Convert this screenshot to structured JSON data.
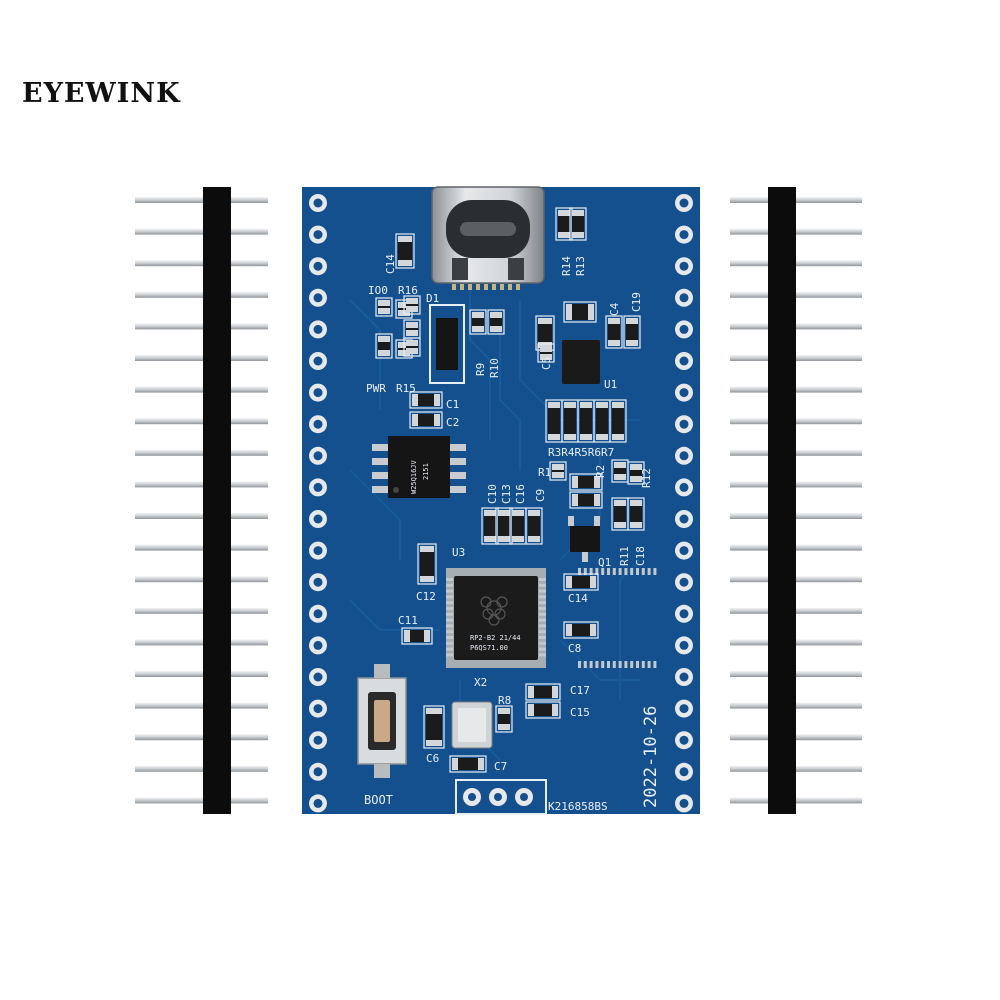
{
  "brand": "EYEWINK",
  "board": {
    "date_code": "2022-10-26",
    "serial": "K216858BS",
    "button_label": "BOOT",
    "mcu_marking_line1": "RP2-B2  21/44",
    "mcu_marking_line2": "P6QS71.00",
    "flash_marking_line1": "W25Q16JV",
    "flash_marking_line2": "2151",
    "labels": [
      {
        "id": "C14",
        "text": "C14"
      },
      {
        "id": "IO0",
        "text": "IO0"
      },
      {
        "id": "R16",
        "text": "R16"
      },
      {
        "id": "D1",
        "text": "D1"
      },
      {
        "id": "PWR",
        "text": "PWR"
      },
      {
        "id": "R15",
        "text": "R15"
      },
      {
        "id": "R9",
        "text": "R9"
      },
      {
        "id": "R10",
        "text": "R10"
      },
      {
        "id": "R14",
        "text": "R14"
      },
      {
        "id": "R13",
        "text": "R13"
      },
      {
        "id": "C5",
        "text": "C5"
      },
      {
        "id": "U1",
        "text": "U1"
      },
      {
        "id": "C4",
        "text": "C4"
      },
      {
        "id": "C19",
        "text": "C19"
      },
      {
        "id": "C1",
        "text": "C1"
      },
      {
        "id": "C2",
        "text": "C2"
      },
      {
        "id": "R3R4R5R6R7",
        "text": "R3R4R5R6R7"
      },
      {
        "id": "R1",
        "text": "R1"
      },
      {
        "id": "R2",
        "text": "R2"
      },
      {
        "id": "R12",
        "text": "R12"
      },
      {
        "id": "C10",
        "text": "C10"
      },
      {
        "id": "C13",
        "text": "C13"
      },
      {
        "id": "C16",
        "text": "C16"
      },
      {
        "id": "C9",
        "text": "C9"
      },
      {
        "id": "R11",
        "text": "R11"
      },
      {
        "id": "C18",
        "text": "C18"
      },
      {
        "id": "Q1",
        "text": "Q1"
      },
      {
        "id": "U3",
        "text": "U3"
      },
      {
        "id": "C12",
        "text": "C12"
      },
      {
        "id": "C11",
        "text": "C11"
      },
      {
        "id": "C8",
        "text": "C8"
      },
      {
        "id": "X2",
        "text": "X2"
      },
      {
        "id": "R8",
        "text": "R8"
      },
      {
        "id": "C17",
        "text": "C17"
      },
      {
        "id": "C15",
        "text": "C15"
      },
      {
        "id": "C6",
        "text": "C6"
      },
      {
        "id": "C7",
        "text": "C7"
      }
    ]
  },
  "colors": {
    "pcb": "#14508e",
    "pcb_dark": "#0f4178",
    "silkscreen": "#e8eef6",
    "header_plastic": "#0c0c0c",
    "pin_metal": "#cfd3d6"
  },
  "icons": {
    "usb_connector": "usb-c-connector-icon",
    "logo": "raspberry-logo-icon"
  }
}
